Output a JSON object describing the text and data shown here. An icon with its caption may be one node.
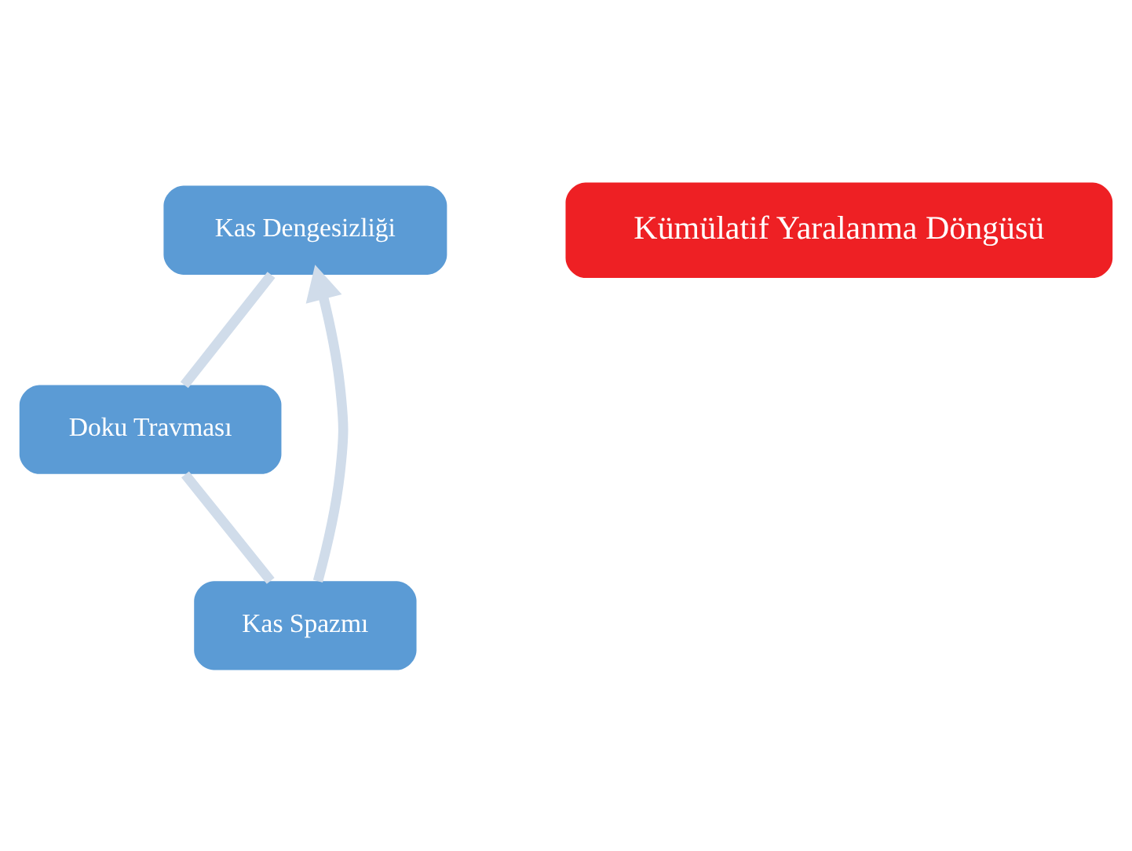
{
  "diagram": {
    "nodes": [
      {
        "text": [
          "Kas Dengesizliği"
        ]
      },
      {
        "text": [
          "Kümülatif Yaralanma Döngüsü"
        ]
      },
      {
        "text": [
          "Kas Spazmı"
        ]
      },
      {
        "text": [
          "Doku Travması"
        ]
      }
    ],
    "edges": [
      {
        "from": 0,
        "to": 3,
        "arrow": "none"
      },
      {
        "from": 3,
        "to": 2,
        "arrow": "none"
      },
      {
        "from": 2,
        "to": 0,
        "arrow": "to"
      }
    ]
  }
}
